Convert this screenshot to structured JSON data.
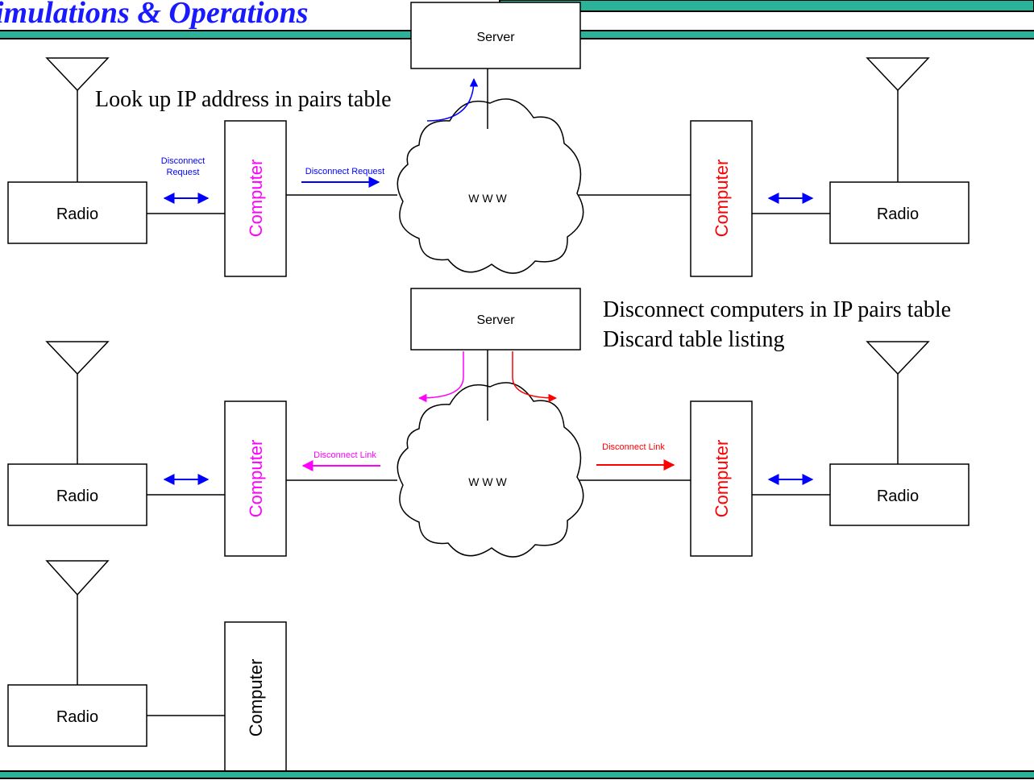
{
  "title": {
    "text": "imulations & Operations"
  },
  "colors": {
    "title": "#1a1aff",
    "rule": "#0a7a6a",
    "blue": "#0000ff",
    "magenta": "#ff00ff",
    "red": "#ff0000"
  },
  "section1": {
    "server": "Server",
    "note": "Look up IP address in pairs table",
    "left_radio": "Radio",
    "left_computer": "Computer",
    "radio_link_label_1": "Disconnect",
    "radio_link_label_2": "Request",
    "request_label": "Disconnect Request",
    "cloud": "W W W",
    "right_computer": "Computer",
    "right_radio": "Radio"
  },
  "section2": {
    "server": "Server",
    "note_line1": "Disconnect computers in IP pairs table",
    "note_line2": "Discard table listing",
    "left_radio": "Radio",
    "left_computer": "Computer",
    "left_link_label": "Disconnect Link",
    "cloud": "W W W",
    "right_link_label": "Disconnect Link",
    "right_computer": "Computer",
    "right_radio": "Radio"
  },
  "section3": {
    "radio": "Radio",
    "computer": "Computer"
  }
}
